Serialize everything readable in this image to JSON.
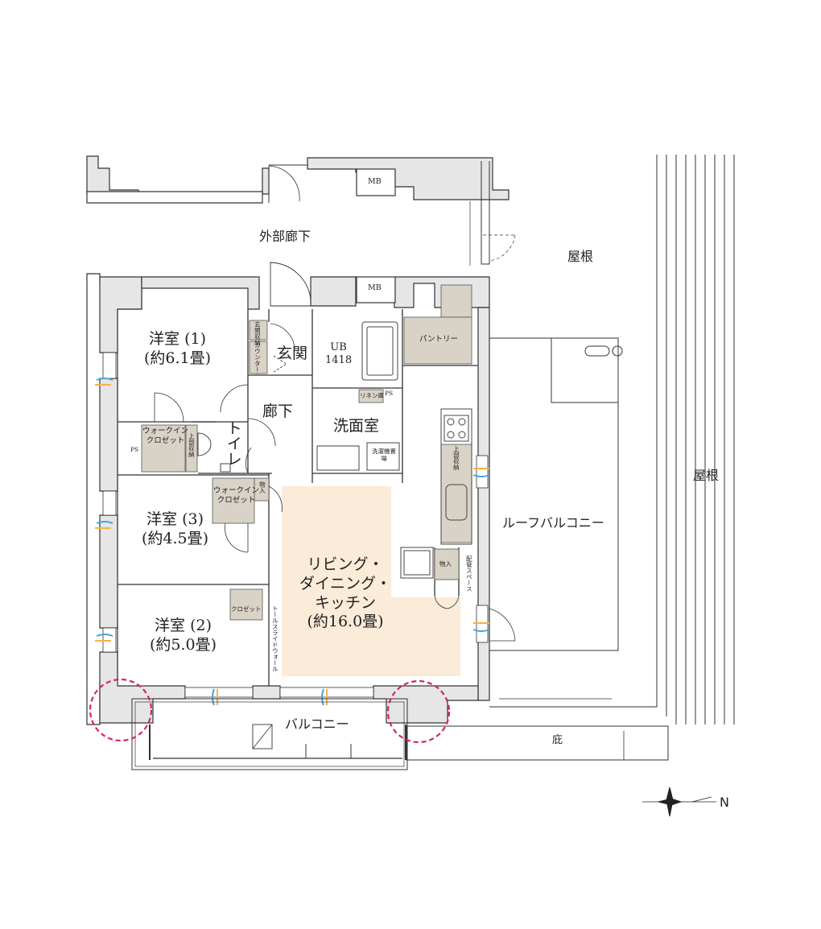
{
  "colors": {
    "ldk_fill": "#fbebd9",
    "storage_fill": "#d9d2c6",
    "wall_fill": "#e6e6e6",
    "wall_stroke": "#333333",
    "window_blue": "#4aa3e0",
    "window_orange": "#f3b24a",
    "highlight_circle": "#d6245f"
  },
  "labels": {
    "outer_corridor": "外部廊下",
    "roof_top": "屋根",
    "roof_right": "屋根",
    "mb_top": "MB",
    "mb_bottom": "MB",
    "room1_name": "洋室 (1)",
    "room1_size": "(約6.1畳)",
    "room3_name": "洋室 (3)",
    "room3_size": "(約4.5畳)",
    "room2_name": "洋室 (2)",
    "room2_size": "(約5.0畳)",
    "entrance": "玄関",
    "entrance_storage": "玄関収納",
    "counter": "カウンター(下部玄関収納)",
    "ub_line1": "UB",
    "ub_line2": "1418",
    "pantry": "パントリー",
    "linen": "リネン庫",
    "ps1": "PS",
    "ps2": "PS",
    "corridor": "廊下",
    "toilet": "トイレ",
    "washroom": "洗面室",
    "washer": "洗濯機置場",
    "wic1_line1": "ウォークイン",
    "wic1_line2": "クロゼット",
    "upper_storage1": "上部収納",
    "wic2_line1": "ウォークイン",
    "wic2_line2": "クロゼット",
    "storage_small": "物入",
    "closet": "クロゼット",
    "tall_slide_wall": "トールスライドウォール",
    "ldk_line1": "リビング・",
    "ldk_line2": "ダイニング・",
    "ldk_line3": "キッチン",
    "ldk_size": "(約16.0畳)",
    "upper_storage2": "上部収納",
    "storage_kitchen": "物入",
    "pipe_space": "配管スペース",
    "roof_balcony": "ルーフバルコニー",
    "balcony": "バルコニー",
    "eaves": "庇",
    "north": "N"
  }
}
